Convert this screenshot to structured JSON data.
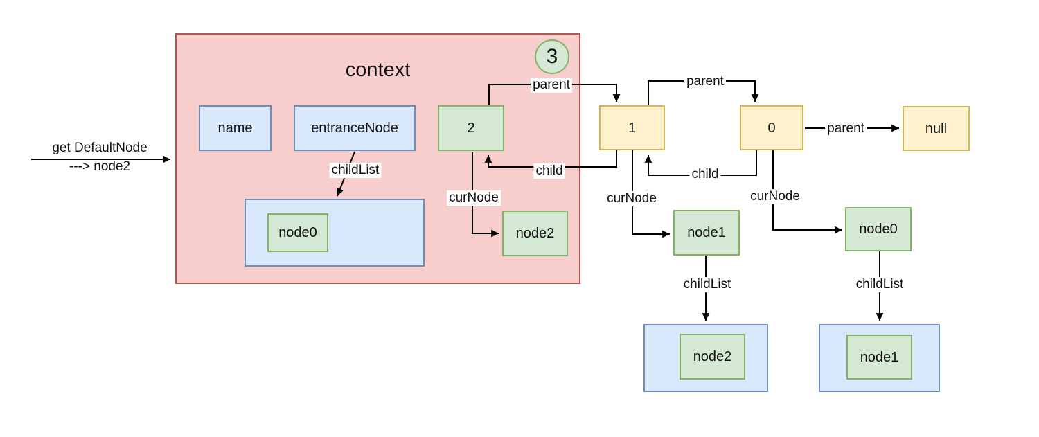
{
  "colors": {
    "red-fill": "#f8cecc",
    "red-stroke": "#b85450",
    "blue-fill": "#dae8fc",
    "blue-stroke": "#6c8ebf",
    "green-fill": "#d5e8d4",
    "green-stroke": "#82b366",
    "yellow-fill": "#fff2cc",
    "yellow-stroke": "#d6b656",
    "line": "#000000"
  },
  "annotation": {
    "line1": "get DefaultNode",
    "line2": "---> node2"
  },
  "context": {
    "title": "context",
    "badge": "3",
    "name_box": "name",
    "entrance_box": "entranceNode",
    "childlist_edge": "childList",
    "childlist_item": "node0",
    "stack_frame": "2",
    "parent_edge": "parent",
    "child_edge": "child",
    "curnode_edge": "curNode",
    "curnode_target": "node2"
  },
  "frame1": {
    "label": "1",
    "parent_edge": "parent",
    "child_edge": "child",
    "curnode_edge": "curNode",
    "curnode_target": "node1",
    "childlist_edge": "childList",
    "childlist_item": "node2"
  },
  "frame0": {
    "label": "0",
    "parent_edge": "parent",
    "parent_target": "null",
    "curnode_edge": "curNode",
    "curnode_target": "node0",
    "childlist_edge": "childList",
    "childlist_item": "node1"
  }
}
